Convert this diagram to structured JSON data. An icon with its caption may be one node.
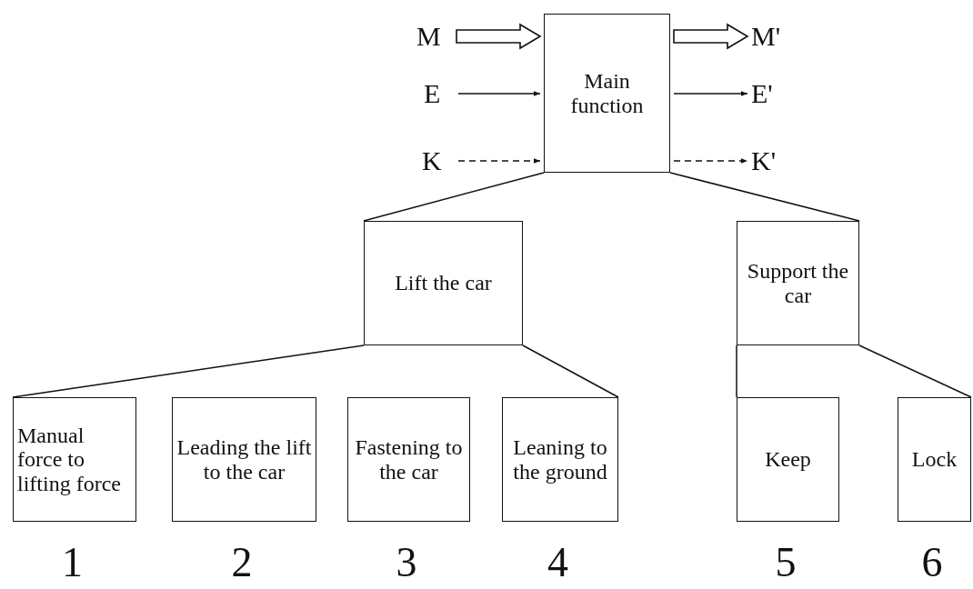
{
  "diagram": {
    "nodes": [
      {
        "text": [
          "M"
        ]
      },
      {
        "text": [
          "E"
        ]
      },
      {
        "text": [
          "K"
        ]
      },
      {
        "text": [
          "Main function"
        ]
      },
      {
        "text": [
          "M'"
        ]
      },
      {
        "text": [
          "E'"
        ]
      },
      {
        "text": [
          "K'"
        ]
      },
      {
        "text": [
          "Lift the car"
        ]
      },
      {
        "text": [
          "Support the car"
        ]
      },
      {
        "text": [
          "Manual force to lifting force"
        ],
        "beside": [
          "1"
        ]
      },
      {
        "text": [
          "Leading the lift to the car"
        ],
        "beside": [
          "2"
        ]
      },
      {
        "text": [
          "Fastening to the car"
        ],
        "beside": [
          "3"
        ]
      },
      {
        "text": [
          "Leaning to the ground"
        ],
        "beside": [
          "4"
        ]
      },
      {
        "text": [
          "Keep"
        ],
        "beside": [
          "5"
        ]
      },
      {
        "text": [
          "Lock"
        ],
        "beside": [
          "6"
        ]
      }
    ],
    "edges": [
      {
        "from": 0,
        "to": 3,
        "arrow": "to",
        "style": "thick"
      },
      {
        "from": 1,
        "to": 3,
        "arrow": "to"
      },
      {
        "from": 2,
        "to": 3,
        "arrow": "to",
        "style": "dashed"
      },
      {
        "from": 3,
        "to": 4,
        "arrow": "to",
        "style": "thick"
      },
      {
        "from": 3,
        "to": 5,
        "arrow": "to"
      },
      {
        "from": 3,
        "to": 6,
        "arrow": "to",
        "style": "dashed"
      },
      {
        "from": 3,
        "to": 7,
        "arrow": "none"
      },
      {
        "from": 3,
        "to": 8,
        "arrow": "none"
      },
      {
        "from": 7,
        "to": 9,
        "arrow": "none"
      },
      {
        "from": 7,
        "to": 12,
        "arrow": "none"
      },
      {
        "from": 8,
        "to": 13,
        "arrow": "none"
      },
      {
        "from": 8,
        "to": 14,
        "arrow": "none"
      }
    ]
  }
}
